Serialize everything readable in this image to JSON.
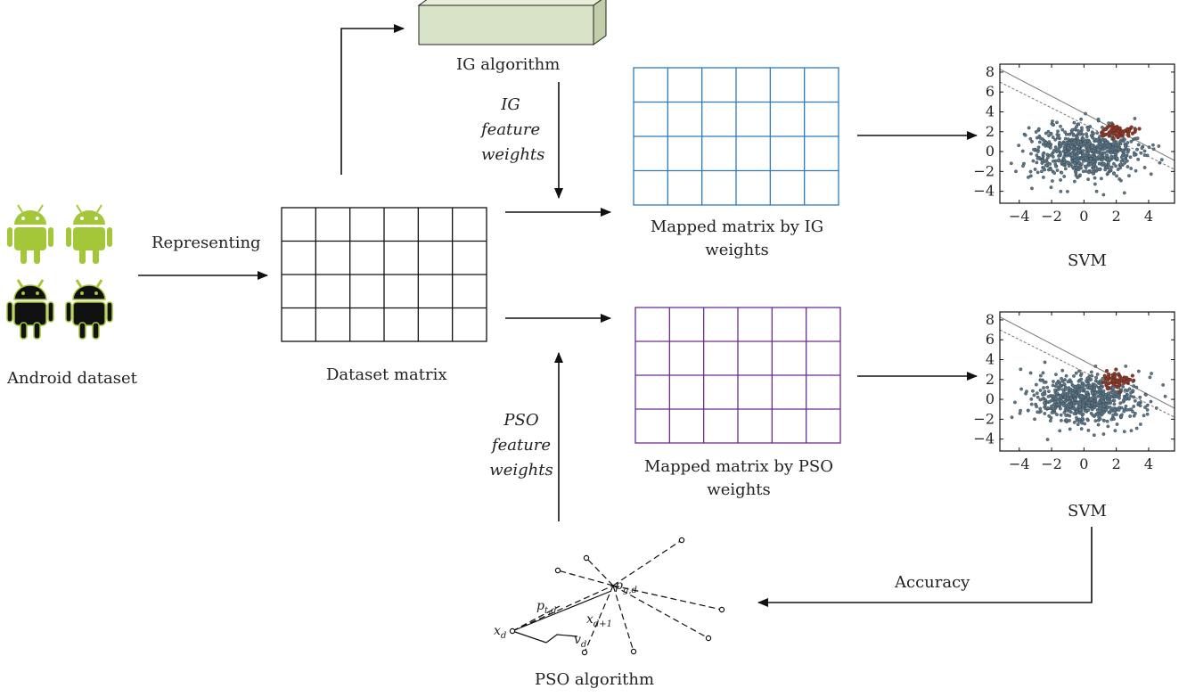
{
  "labels": {
    "android_dataset": "Android dataset",
    "representing": "Representing",
    "dataset_matrix": "Dataset matrix",
    "ig_algorithm": "IG algorithm",
    "ig_weights_1": "IG",
    "ig_weights_2": "feature",
    "ig_weights_3": "weights",
    "pso_weights_1": "PSO",
    "pso_weights_2": "feature",
    "pso_weights_3": "weights",
    "mapped_ig_1": "Mapped matrix by IG",
    "mapped_ig_2": "weights",
    "mapped_pso_1": "Mapped matrix by PSO",
    "mapped_pso_2": "weights",
    "svm_top": "SVM",
    "svm_bottom": "SVM",
    "accuracy": "Accuracy",
    "pso_algorithm": "PSO algorithm"
  },
  "pso_symbols": {
    "x_d": "x",
    "x_d_sub": "d",
    "p_t": "p",
    "p_t_sub": "t,d",
    "p_g": "p",
    "p_g_sub": "g,d",
    "x_next": "x",
    "x_next_sub": "d+1",
    "v": "v",
    "v_sub": "d"
  },
  "colors": {
    "ig_matrix": "#2b7bbf",
    "pso_matrix": "#6a2c91",
    "dataset_matrix": "#111111",
    "ig_box_fill": "#d9e3c8",
    "android_green": "#a4c639",
    "android_black": "#111111",
    "scatter_point": "#5f7786",
    "scatter_cluster": "#8b3a2a"
  },
  "chart_data": [
    {
      "type": "scatter",
      "title": "",
      "xlabel": "",
      "ylabel": "",
      "xlim": [
        -5.2,
        5.6
      ],
      "ylim": [
        -5.2,
        8.8
      ],
      "x_ticks": [
        "−4",
        "−2",
        "0",
        "2",
        "4"
      ],
      "y_ticks": [
        "8",
        "6",
        "4",
        "2",
        "0",
        "−2",
        "−4"
      ],
      "series": [
        {
          "kind": "points",
          "distribution_center": [
            0,
            0
          ],
          "spread": [
            1.7,
            1.3
          ]
        },
        {
          "kind": "points",
          "distribution_center": [
            2.1,
            2.0
          ],
          "spread": [
            0.45,
            0.35
          ]
        }
      ],
      "lines": [
        {
          "style": "solid",
          "x": [
            -5.2,
            5.6
          ],
          "y": [
            8.3,
            -0.9
          ]
        },
        {
          "style": "dashed",
          "x": [
            -5.2,
            5.6
          ],
          "y": [
            7.0,
            -1.8
          ]
        }
      ]
    },
    {
      "type": "scatter",
      "title": "",
      "xlabel": "",
      "ylabel": "",
      "xlim": [
        -5.2,
        5.6
      ],
      "ylim": [
        -5.2,
        8.8
      ],
      "x_ticks": [
        "−4",
        "−2",
        "0",
        "2",
        "4"
      ],
      "y_ticks": [
        "8",
        "6",
        "4",
        "2",
        "0",
        "−2",
        "−4"
      ],
      "series": [
        {
          "kind": "points",
          "distribution_center": [
            0,
            0
          ],
          "spread": [
            1.7,
            1.3
          ]
        },
        {
          "kind": "points",
          "distribution_center": [
            2.1,
            2.0
          ],
          "spread": [
            0.45,
            0.35
          ]
        }
      ],
      "lines": [
        {
          "style": "solid",
          "x": [
            -5.2,
            5.6
          ],
          "y": [
            8.3,
            -0.9
          ]
        },
        {
          "style": "dashed",
          "x": [
            -5.2,
            5.6
          ],
          "y": [
            7.0,
            -1.8
          ]
        }
      ]
    }
  ]
}
